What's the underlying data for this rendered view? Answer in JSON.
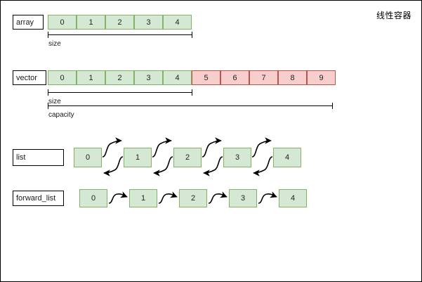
{
  "title": "线性容器",
  "rows": {
    "array": {
      "label": "array",
      "cells": [
        {
          "value": "0",
          "kind": "green"
        },
        {
          "value": "1",
          "kind": "green"
        },
        {
          "value": "2",
          "kind": "green"
        },
        {
          "value": "3",
          "kind": "green"
        },
        {
          "value": "4",
          "kind": "green"
        }
      ],
      "measures": [
        {
          "name": "size",
          "label": "size"
        }
      ]
    },
    "vector": {
      "label": "vector",
      "cells": [
        {
          "value": "0",
          "kind": "green"
        },
        {
          "value": "1",
          "kind": "green"
        },
        {
          "value": "2",
          "kind": "green"
        },
        {
          "value": "3",
          "kind": "green"
        },
        {
          "value": "4",
          "kind": "green"
        },
        {
          "value": "5",
          "kind": "red"
        },
        {
          "value": "6",
          "kind": "red"
        },
        {
          "value": "7",
          "kind": "red"
        },
        {
          "value": "8",
          "kind": "red"
        },
        {
          "value": "9",
          "kind": "red"
        }
      ],
      "measures": [
        {
          "name": "size",
          "label": "size"
        },
        {
          "name": "capacity",
          "label": "capacity"
        }
      ]
    },
    "list": {
      "label": "list",
      "nodes": [
        "0",
        "1",
        "2",
        "3",
        "4"
      ],
      "link_type": "bidirectional"
    },
    "forward_list": {
      "label": "forward_list",
      "nodes": [
        "0",
        "1",
        "2",
        "3",
        "4"
      ],
      "link_type": "forward"
    }
  },
  "colors": {
    "green_fill": "#d5e8d4",
    "green_stroke": "#82b366",
    "red_fill": "#f8cecc",
    "red_stroke": "#b85450",
    "line": "#000000",
    "background": "#ffffff"
  }
}
